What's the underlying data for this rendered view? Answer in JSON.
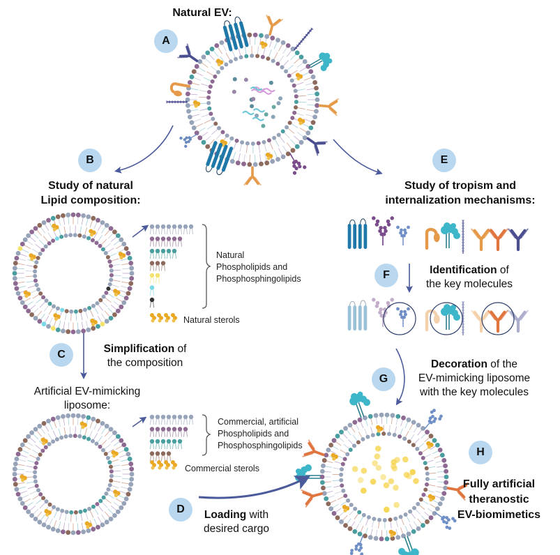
{
  "figure": {
    "steps": [
      {
        "id": "A",
        "label": "A"
      },
      {
        "id": "B",
        "label": "B"
      },
      {
        "id": "C",
        "label": "C"
      },
      {
        "id": "D",
        "label": "D"
      },
      {
        "id": "E",
        "label": "E"
      },
      {
        "id": "F",
        "label": "F"
      },
      {
        "id": "G",
        "label": "G"
      },
      {
        "id": "H",
        "label": "H"
      }
    ],
    "natural_ev": {
      "title": "Natural EV:"
    },
    "study_lipid": {
      "line1": "Study of natural",
      "line2": "Lipid composition:"
    },
    "natural_lipids_legend": {
      "phospholipids_line1": "Natural",
      "phospholipids_line2": "Phospholipids and",
      "phospholipids_line3": "Phosphosphingolipids",
      "sterols": "Natural sterols"
    },
    "simplification": {
      "bold": "Simplification",
      "rest1": " of",
      "line2": "the composition"
    },
    "artificial_liposome": {
      "line1": "Artificial EV-mimicking",
      "line2": "liposome:"
    },
    "commercial_lipids_legend": {
      "phospholipids_line1": "Commercial, artificial",
      "phospholipids_line2": "Phospholipids and",
      "phospholipids_line3": "Phosphosphingolipids",
      "sterols": "Commercial sterols"
    },
    "loading": {
      "bold": "Loading",
      "rest1": " with",
      "line2": "desired cargo"
    },
    "study_tropism": {
      "line1": "Study of tropism and",
      "line2": "internalization mechanisms:"
    },
    "identification": {
      "bold": "Identification",
      "rest1": " of",
      "line2": "the key molecules"
    },
    "decoration": {
      "bold": "Decoration",
      "rest1": " of the",
      "line2": "EV-mimicking liposome",
      "line3": "with the key molecules"
    },
    "final": {
      "line1": "Fully artificial",
      "line2": "theranostic",
      "line3": "EV-biomimetics"
    },
    "colors": {
      "badge": "#b9d8f0",
      "arrow": "#4a5a9a",
      "lipid_grey": "#97a3b8",
      "lipid_purple": "#8e6a93",
      "lipid_teal": "#4a9ea0",
      "lipid_brown": "#8d6a5c",
      "lipid_yellow": "#f3e26b",
      "lipid_cyan": "#7ad8e6",
      "lipid_black": "#333333",
      "sterol": "#e9a825",
      "protein_blue": "#1f78a8",
      "protein_orange": "#e59a4a",
      "protein_coral": "#e0753f",
      "protein_navy": "#4b4e8f",
      "protein_violet": "#7a4c8c",
      "protein_cyan": "#3eb6c9",
      "cargo_yellow": "#f5d34a"
    },
    "natural_legend_counts": [
      8,
      6,
      5,
      3,
      2,
      1,
      1
    ],
    "commercial_legend_counts": [
      8,
      7,
      6,
      4
    ]
  }
}
